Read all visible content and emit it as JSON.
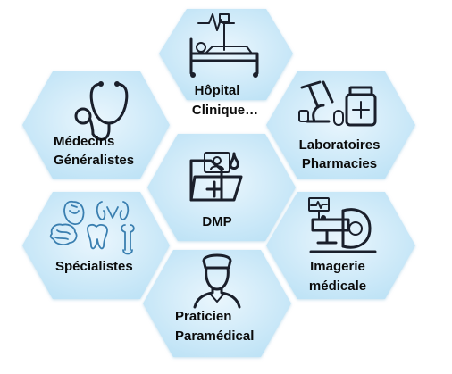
{
  "center": {
    "label": "DMP",
    "icon": "medical-folder-icon"
  },
  "nodes": [
    {
      "id": "hopital",
      "lines": [
        "Hôpital",
        "Clinique…"
      ],
      "icon": "hospital-bed-icon"
    },
    {
      "id": "laboratoires",
      "lines": [
        "Laboratoires",
        "Pharmacies"
      ],
      "icon": "microscope-pills-icon"
    },
    {
      "id": "imagerie",
      "lines": [
        "Imagerie",
        "médicale"
      ],
      "icon": "mri-scanner-icon"
    },
    {
      "id": "paramedical",
      "lines": [
        "Praticien",
        "Paramédical"
      ],
      "icon": "nurse-icon"
    },
    {
      "id": "specialistes",
      "lines": [
        "Spécialistes"
      ],
      "icon": "organs-icon"
    },
    {
      "id": "medecins",
      "lines": [
        "Médecins",
        "Généralistes"
      ],
      "icon": "stethoscope-icon"
    }
  ],
  "colors": {
    "hex_fill_light": "#eaf6fd",
    "hex_fill_dark": "#bfe3f6",
    "text": "#0b0b0b",
    "icon_stroke": "#1a1f2b",
    "organ_stroke": "#3a7fb0"
  }
}
